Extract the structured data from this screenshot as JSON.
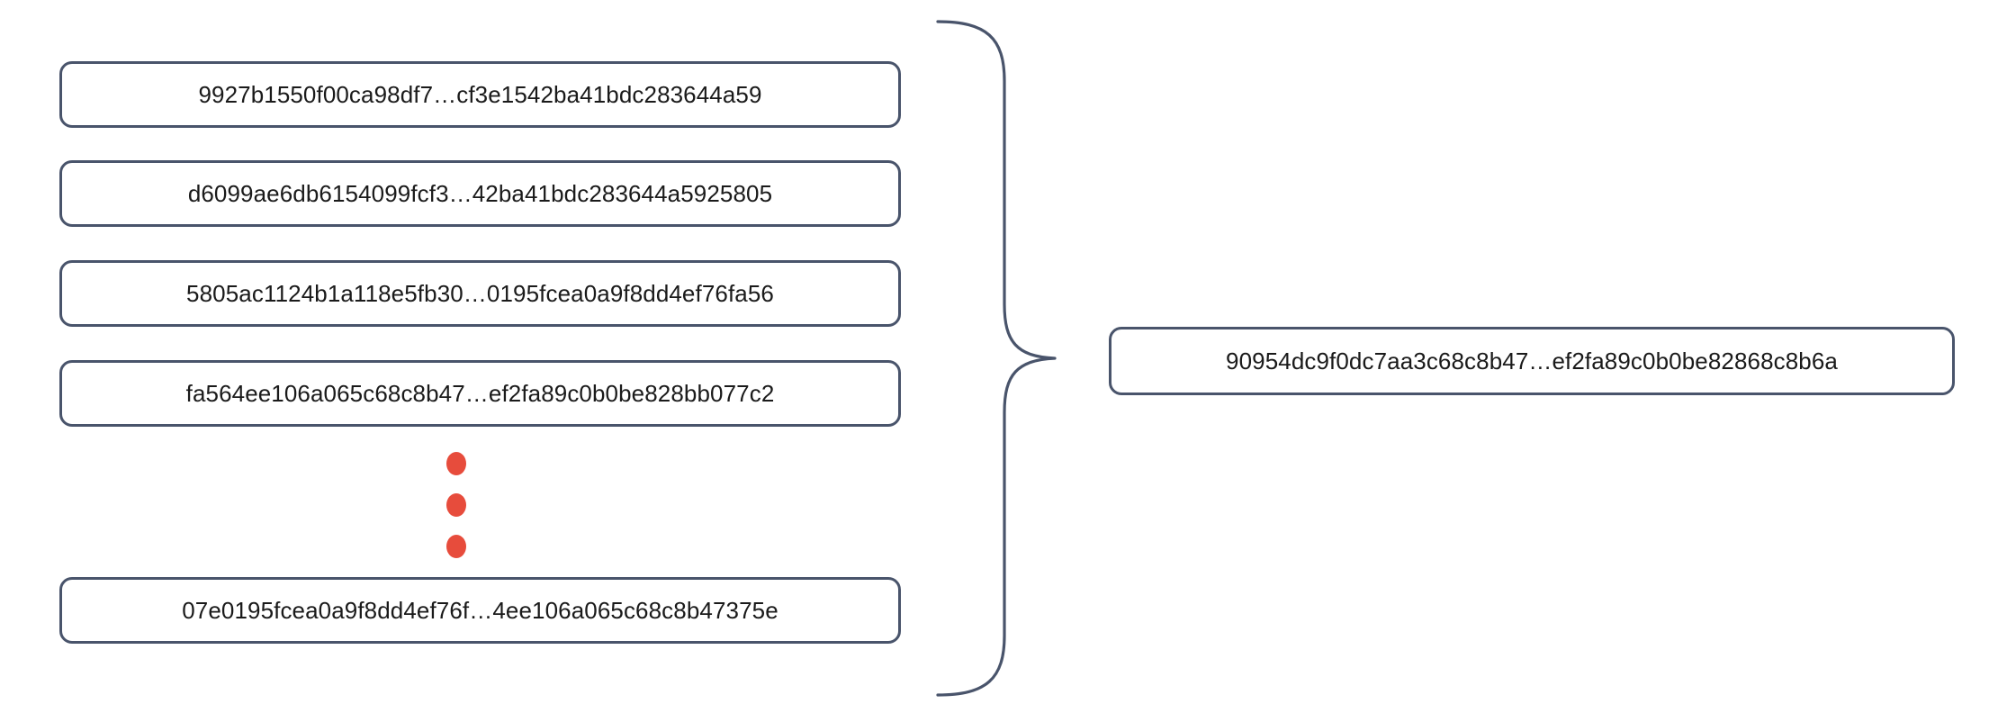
{
  "diagram": {
    "type": "aggregation-brace",
    "description": "Multiple hash values on the left are grouped by a curly brace into a single combined hash on the right",
    "colors": {
      "box_border": "#49546b",
      "box_fill": "#ffffff",
      "text": "#1a1a1a",
      "brace": "#49546b",
      "ellipsis_dot": "#e74c3c",
      "background": "#ffffff"
    },
    "inputs": [
      {
        "hash": "9927b1550f00ca98df7…cf3e1542ba41bdc283644a59"
      },
      {
        "hash": "d6099ae6db6154099fcf3…42ba41bdc283644a5925805"
      },
      {
        "hash": "5805ac1124b1a118e5fb30…0195fcea0a9f8dd4ef76fa56"
      },
      {
        "hash": "fa564ee106a065c68c8b47…ef2fa89c0b0be828bb077c2"
      },
      {
        "hash": "07e0195fcea0a9f8dd4ef76f…4ee106a065c68c8b47375e"
      }
    ],
    "ellipsis": {
      "label": "vertical-ellipsis",
      "dot_count": 3
    },
    "output": {
      "hash": "90954dc9f0dc7aa3c68c8b47…ef2fa89c0b0be82868c8b6a"
    },
    "connector": {
      "label": "curly-brace",
      "direction": "left-group-to-right-single"
    }
  }
}
